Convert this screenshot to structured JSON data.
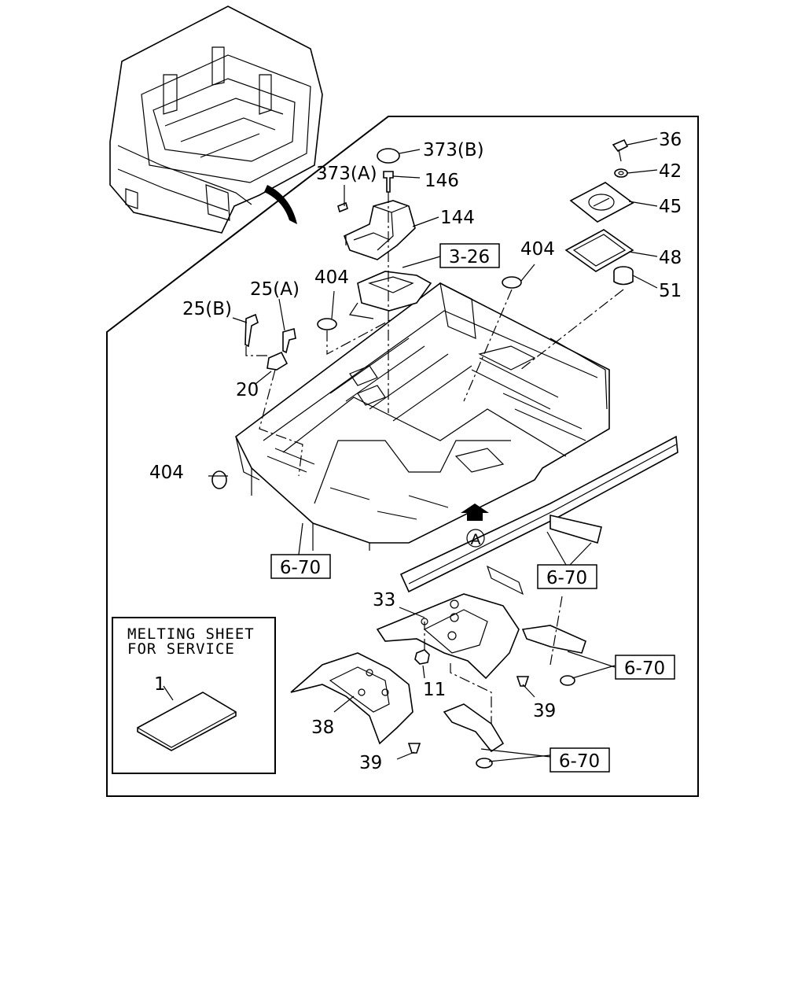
{
  "callouts": {
    "c36": "36",
    "c42": "42",
    "c45": "45",
    "c48": "48",
    "c51": "51",
    "c373b": "373(B)",
    "c373a": "373(A)",
    "c146": "146",
    "c144": "144",
    "c404a": "404",
    "c404b": "404",
    "c404c": "404",
    "c25a": "25(A)",
    "c25b": "25(B)",
    "c20": "20",
    "c33": "33",
    "c11": "11",
    "c38": "38",
    "c39a": "39",
    "c39b": "39",
    "c1": "1"
  },
  "refs": {
    "r326": "3-26",
    "r670a": "6-70",
    "r670b": "6-70",
    "r670c": "6-70",
    "r670d": "6-70"
  },
  "view_marker": "A",
  "inset": {
    "line1": "MELTING SHEET",
    "line2": "FOR SERVICE"
  }
}
